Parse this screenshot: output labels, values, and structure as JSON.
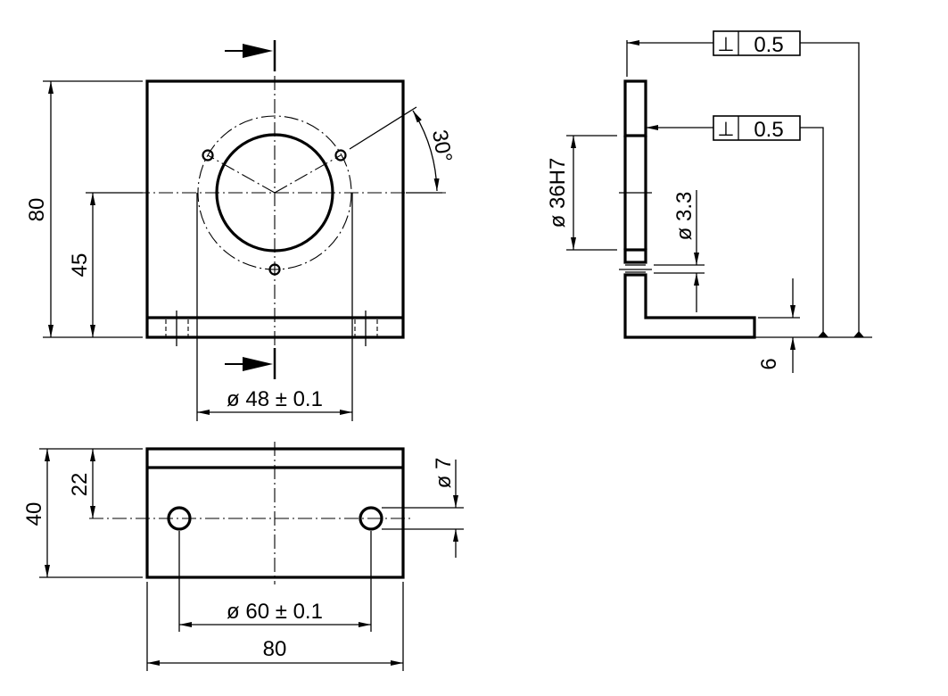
{
  "drawing": {
    "front_view": {
      "height_dim": "80",
      "center_height_dim": "45",
      "bolt_circle_dim": "ø 48 ± 0.1",
      "angle_dim": "30°"
    },
    "side_view": {
      "bore_dim": "ø 36H7",
      "small_hole_dim": "ø 3.3",
      "thickness_dim": "6",
      "tolerance_frames": [
        {
          "symbol": "⊥",
          "value": "0.5"
        },
        {
          "symbol": "⊥",
          "value": "0.5"
        }
      ]
    },
    "bottom_view": {
      "height_dim": "40",
      "hole_height_dim": "22",
      "hole_dim": "ø 7",
      "hole_spacing_dim": "ø 60 ± 0.1",
      "width_dim": "80"
    }
  }
}
